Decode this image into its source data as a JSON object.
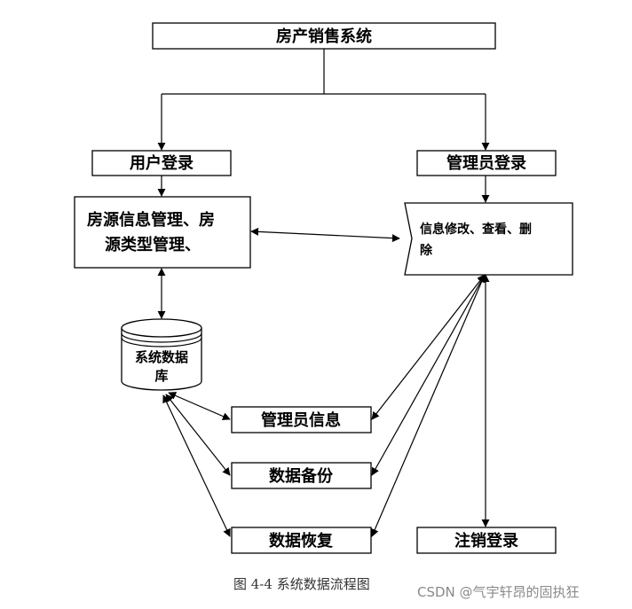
{
  "nodes": {
    "system": "房产销售系统",
    "user_login": "用户登录",
    "admin_login": "管理员登录",
    "house_mgmt_line1": "房源信息管理、房",
    "house_mgmt_line2": "源类型管理、",
    "info_ops_line1": "信息修改、查看、删",
    "info_ops_line2": "除",
    "database_line1": "系统数据",
    "database_line2": "库",
    "admin_info": "管理员信息",
    "data_backup": "数据备份",
    "data_restore": "数据恢复",
    "logout": "注销登录"
  },
  "caption": "图 4-4    系统数据流程图",
  "watermark": "CSDN @气宇轩昂的固执狂"
}
